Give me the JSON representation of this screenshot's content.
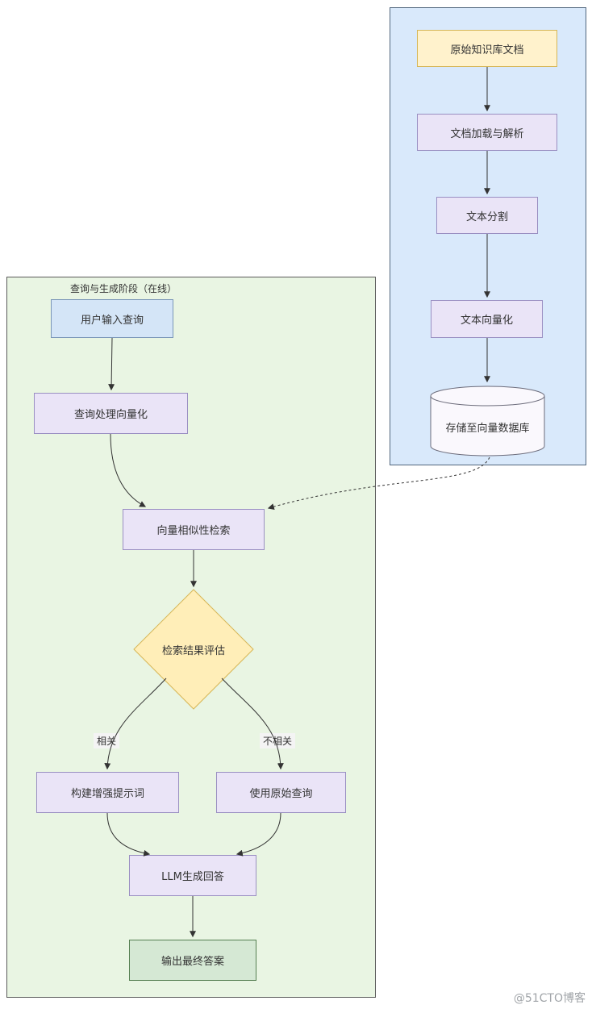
{
  "diagram": {
    "watermark": "@51CTO博客"
  },
  "offline": {
    "nodes": {
      "source_doc": "原始知识库文档",
      "load_parse": "文档加载与解析",
      "split": "文本分割",
      "vectorize": "文本向量化",
      "store_db": "存储至向量数据库"
    }
  },
  "online": {
    "title": "查询与生成阶段（在线）",
    "nodes": {
      "user_query": "用户输入查询",
      "query_vectorize": "查询处理向量化",
      "similarity_search": "向量相似性检索",
      "evaluate": "检索结果评估",
      "build_prompt": "构建增强提示词",
      "original_query": "使用原始查询",
      "llm_answer": "LLM生成回答",
      "final_answer": "输出最终答案"
    },
    "edge_labels": {
      "relevant": "相关",
      "irrelevant": "不相关"
    }
  },
  "colors": {
    "offline_container_fill": "#d9e9fb",
    "online_container_fill": "#e9f5e3",
    "doc_node_fill": "#fff2cc",
    "doc_node_border": "#d6b656",
    "process_node_fill": "#eae4f7",
    "process_node_border": "#9a8fc2",
    "input_node_fill": "#d4e5f7",
    "input_node_border": "#7a96b8",
    "decision_fill": "#ffeeb8",
    "decision_border": "#d6b656",
    "output_node_fill": "#d5e8d4",
    "output_node_border": "#567f52",
    "arrow": "#333333"
  }
}
